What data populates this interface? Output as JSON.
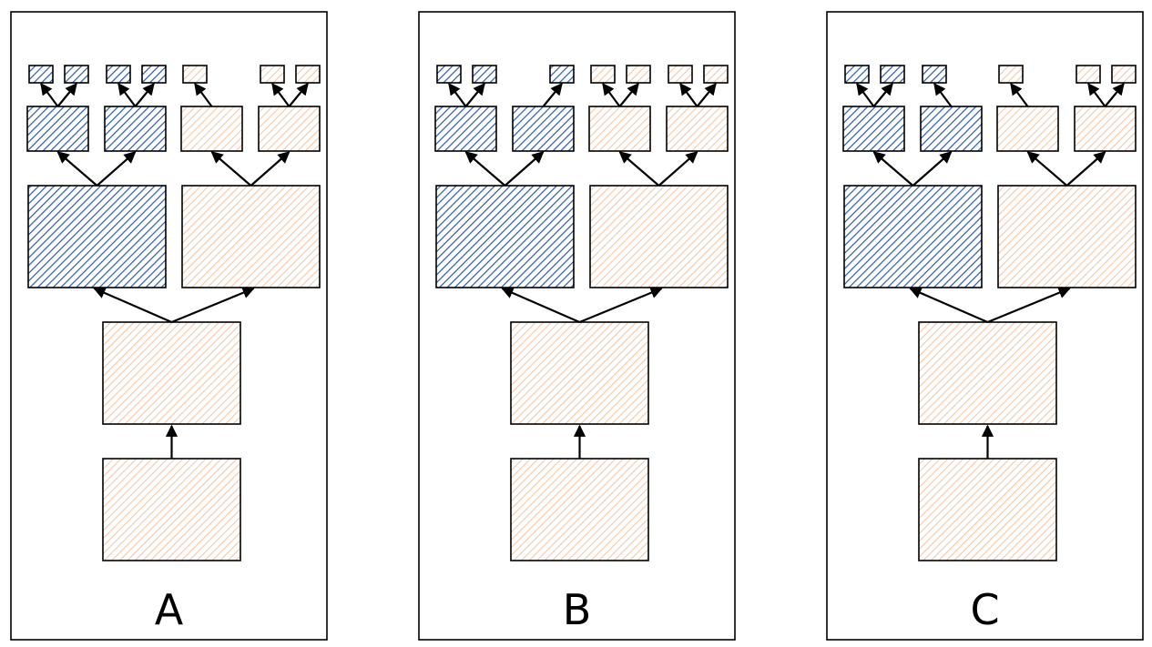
{
  "colors": {
    "blue_hatch": "#2a5ab0",
    "orange_hatch": "#f4b38a",
    "stroke": "#000000",
    "background": "#ffffff"
  },
  "legend": {},
  "panels": [
    {
      "label": "A",
      "level1_fill": [
        "blue",
        "blue",
        "orange",
        "orange"
      ],
      "leaves": [
        [
          "blue",
          "blue"
        ],
        [
          "blue",
          "blue"
        ],
        [
          "orange"
        ],
        [
          "orange",
          "orange"
        ]
      ]
    },
    {
      "label": "B",
      "level1_fill": [
        "blue",
        "blue",
        "orange",
        "orange"
      ],
      "leaves": [
        [
          "blue",
          "blue"
        ],
        [
          "blue"
        ],
        [
          "orange",
          "orange"
        ],
        [
          "orange",
          "orange"
        ]
      ]
    },
    {
      "label": "C",
      "level1_fill": [
        "blue",
        "blue",
        "orange",
        "orange"
      ],
      "leaves": [
        [
          "blue",
          "blue"
        ],
        [
          "blue"
        ],
        [
          "orange"
        ],
        [
          "orange",
          "orange"
        ]
      ]
    }
  ]
}
